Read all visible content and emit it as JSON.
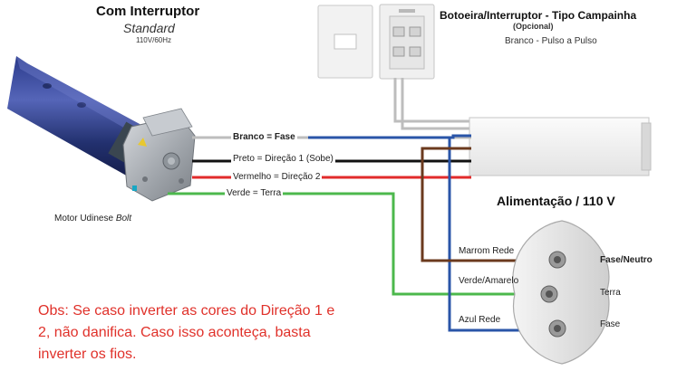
{
  "title": {
    "main": "Com Interruptor",
    "sub": "Standard",
    "spec": "110V/60Hz"
  },
  "button": {
    "title": "Botoeira/Interruptor - Tipo Campainha",
    "optional": "(Opcional)",
    "desc": "Branco - Pulso a Pulso"
  },
  "motor": {
    "label_prefix": "Motor Udinese ",
    "label_model": "Bolt"
  },
  "wires": {
    "white": {
      "label": "Branco = Fase",
      "color": "#bdbdbd"
    },
    "black": {
      "label": "Preto = Direção 1 (Sobe)",
      "color": "#111111"
    },
    "red": {
      "label": "Vermelho = Direção 2",
      "color": "#e22b2b"
    },
    "green": {
      "label": "Verde = Terra",
      "color": "#4cb84c"
    }
  },
  "power": {
    "label": "Alimentação / 110 V"
  },
  "socket_wires": {
    "brown": {
      "label": "Marrom Rede",
      "color": "#6b3a1e"
    },
    "greenyellow": {
      "label": "Verde/Amarelo",
      "color": "#4cb84c"
    },
    "blue": {
      "label": "Azul Rede",
      "color": "#2a55a8"
    }
  },
  "socket_labels": {
    "top": "Fase/Neutro",
    "mid": "Terra",
    "bottom": "Fase"
  },
  "note": "Obs: Se caso inverter as cores do Direção 1 e 2, não danifica. Caso isso aconteça, basta inverter os fios."
}
